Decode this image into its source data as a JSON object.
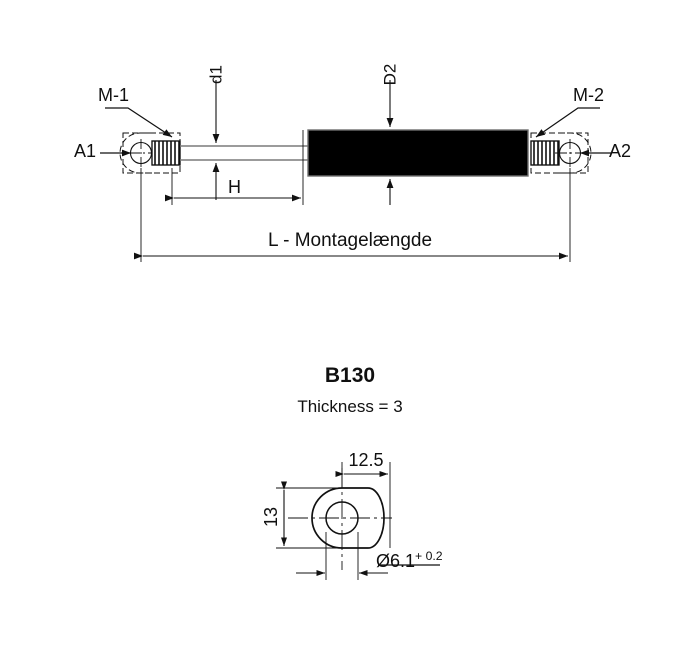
{
  "drawing": {
    "title": "Gas spring assembly dimension drawing",
    "line_color": "#111111",
    "body_fill": "#000000",
    "background": "#ffffff"
  },
  "assembly": {
    "labels": {
      "m1": "M-1",
      "m2": "M-2",
      "a1": "A1",
      "a2": "A2",
      "d1": "d1",
      "d2": "D2",
      "h": "H",
      "length": "L - Montagelængde"
    }
  },
  "detail": {
    "title": "B130",
    "subtitle": "Thickness = 3",
    "dimensions": {
      "width": "12.5",
      "height": "13",
      "hole_diameter": "Ø6.1",
      "hole_tolerance": "+ 0.2"
    }
  }
}
